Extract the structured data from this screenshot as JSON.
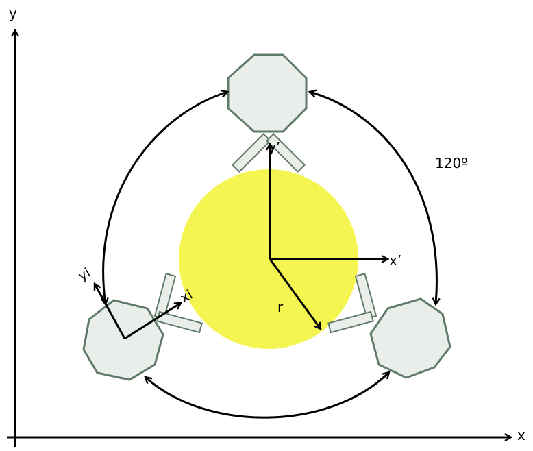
{
  "colors": {
    "background": "#ffffff",
    "ink": "#000000",
    "center_disk": "#f5f552",
    "wheel_fill": "#e9eeea",
    "wheel_stroke": "#5f7a68"
  },
  "axes": {
    "x_label": "x",
    "y_label": "y"
  },
  "local_frame": {
    "x_label": "x’",
    "y_label": "y’",
    "radius_label": "r"
  },
  "wheel_frame": {
    "x_label": "xi",
    "y_label": "yi"
  },
  "angle_label": "120º"
}
